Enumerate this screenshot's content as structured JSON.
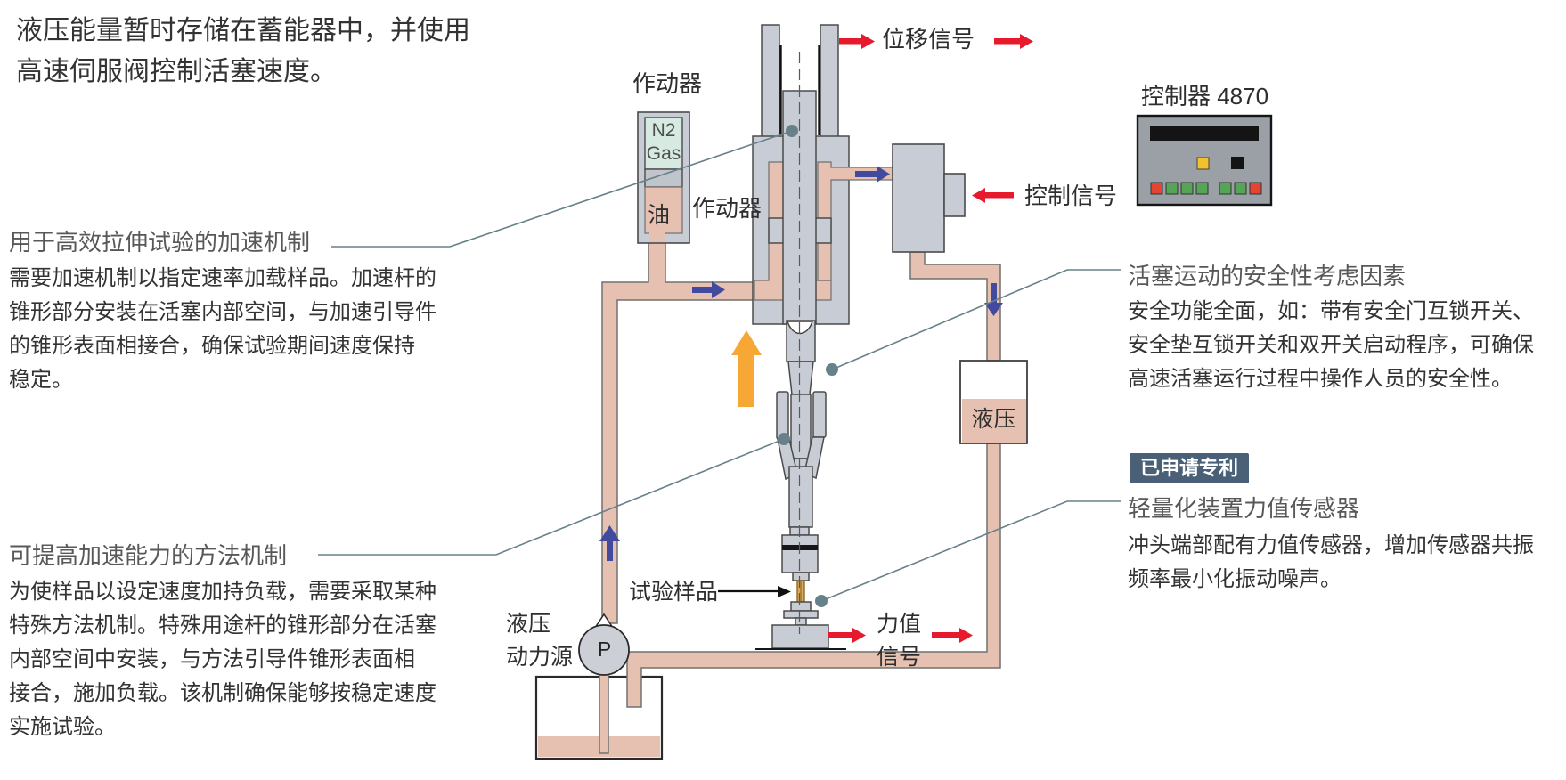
{
  "intro": {
    "line1": "液压能量暂时存储在蓄能器中，并使用",
    "line2": "高速伺服阀控制活塞速度。"
  },
  "sections": {
    "accel": {
      "heading": "用于高效拉伸试验的加速机制",
      "body": [
        "需要加速机制以指定速率加载样品。加速杆的",
        "锥形部分安装在活塞内部空间，与加速引导件",
        "的锥形表面相接合，确保试验期间速度保持",
        "稳定。"
      ]
    },
    "method": {
      "heading": "可提高加速能力的方法机制",
      "body": [
        "为使样品以设定速度加持负载，需要采取某种",
        "特殊方法机制。特殊用途杆的锥形部分在活塞",
        "内部空间中安装，与方法引导件锥形表面相",
        "接合，施加负载。该机制确保能够按稳定速度",
        "实施试验。"
      ]
    },
    "safety": {
      "heading": "活塞运动的安全性考虑因素",
      "body": [
        "安全功能全面，如：带有安全门互锁开关、",
        "安全垫互锁开关和双开关启动程序，可确保",
        "高速活塞运行过程中操作人员的安全性。"
      ]
    },
    "loadcell": {
      "badge": "已申请专利",
      "heading": "轻量化装置力值传感器",
      "body": [
        "冲头端部配有力值传感器，增加传感器共振",
        "频率最小化振动噪声。"
      ]
    }
  },
  "diagram": {
    "labels": {
      "actuator_top": "作动器",
      "actuator_side": "作动器",
      "n2_line1": "N2",
      "n2_line2": "Gas",
      "oil": "油",
      "displacement_signal": "位移信号",
      "control_signal": "控制信号",
      "controller": "控制器 4870",
      "hydraulic": "液压",
      "specimen": "试验样品",
      "pump_source_line1": "液压",
      "pump_source_line2": "动力源",
      "force_signal_line1": "力值",
      "force_signal_line2": "信号",
      "pump": "P"
    }
  },
  "colors": {
    "accent_red": "#e61a2c",
    "flow_blue": "#424aa0",
    "highlight_orange": "#f7a733",
    "pipe_pink": "#e6c0b1",
    "machine_gray": "#c8ccd4",
    "n2_green": "#d6eae1",
    "badge_bg": "#4a6077",
    "callout_gray": "#67818b",
    "specimen_brass": "#dba95c"
  }
}
